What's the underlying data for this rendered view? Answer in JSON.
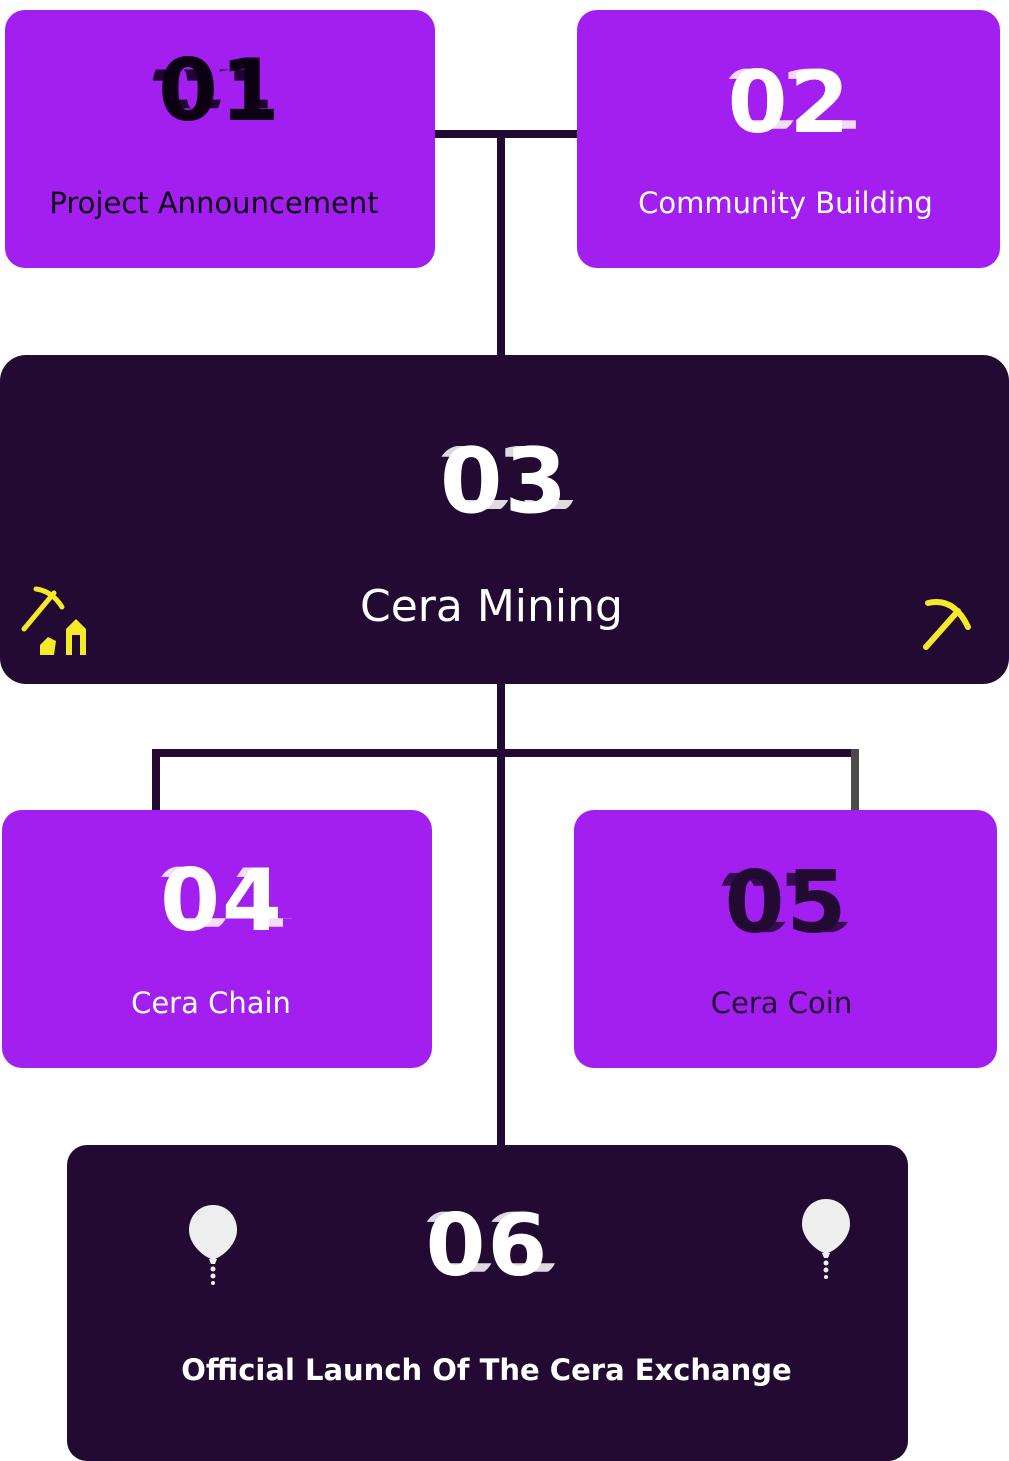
{
  "steps": [
    {
      "number": "01",
      "label": "Project Announcement"
    },
    {
      "number": "02",
      "label": "Community Building"
    },
    {
      "number": "03",
      "label": "Cera Mining"
    },
    {
      "number": "04",
      "label": "Cera Chain"
    },
    {
      "number": "05",
      "label": "Cera Coin"
    },
    {
      "number": "06",
      "label": "Official Launch Of The Cera Exchange"
    }
  ],
  "colors": {
    "purple": "#a21ff0",
    "dark": "#230a33",
    "accent_yellow": "#f5ea2a",
    "balloon": "#eeeeee"
  },
  "icons": {
    "mining_left": "pickaxe-house-icon",
    "mining_right": "pickaxe-icon",
    "launch_left": "balloon-icon",
    "launch_right": "balloon-icon"
  }
}
